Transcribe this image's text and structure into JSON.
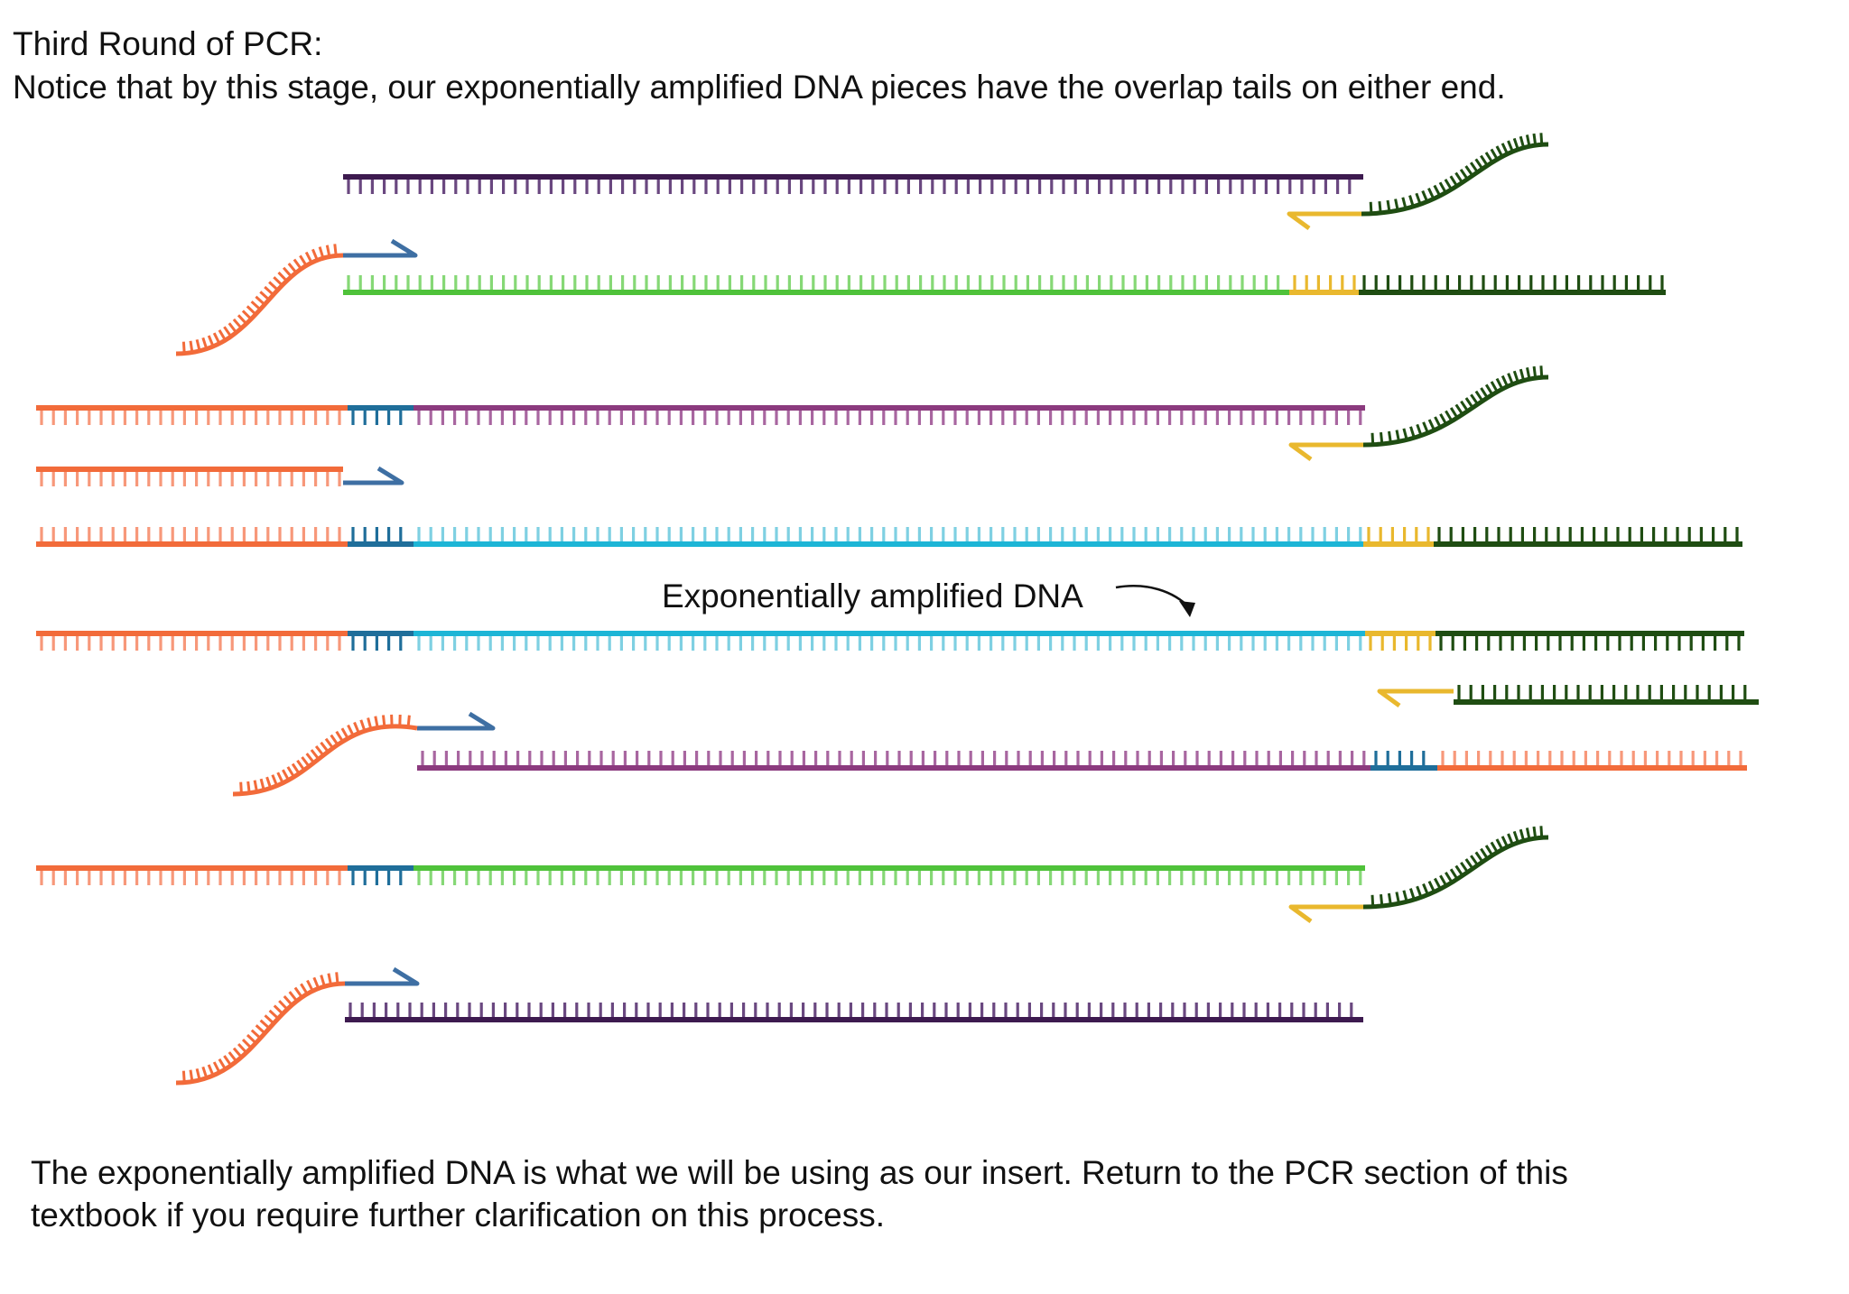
{
  "header": {
    "title": "Third Round of PCR:",
    "subtitle": "Notice that by this stage, our exponentially amplified DNA pieces have the overlap tails on either end."
  },
  "diagram": {
    "label": "Exponentially amplified DNA",
    "colors": {
      "orange": "#F26B3A",
      "orange_light": "#F7987A",
      "dark_blue": "#1F6E9A",
      "light_blue": "#1DB5D6",
      "light_blue_pale": "#7FD0E2",
      "purple": "#8B3A7E",
      "purple_light": "#A866A0",
      "dark_purple": "#3D1A4F",
      "dark_purple_light": "#6A4880",
      "green": "#4FC23A",
      "green_light": "#86D876",
      "dark_green": "#1F4D12",
      "yellow": "#E9B82E",
      "primer_blue": "#3E6FA3"
    }
  },
  "footer": {
    "line1": "The exponentially amplified DNA is what we will be using as our insert. Return to the PCR section of this",
    "line2": "textbook if you require further clarification on this process."
  }
}
